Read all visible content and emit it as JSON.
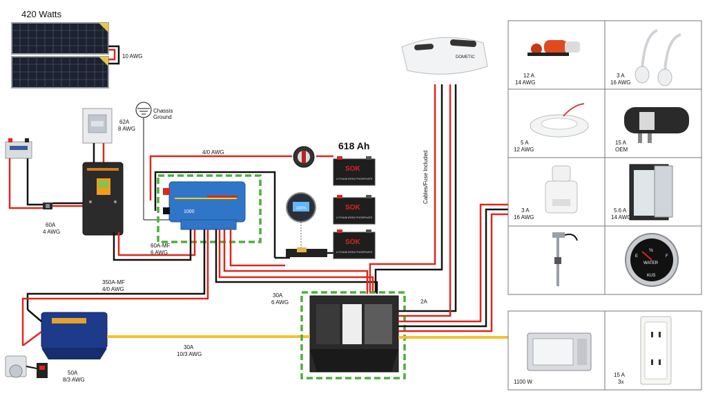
{
  "solar": {
    "title": "420 Watts",
    "link_wire": "10 AWG"
  },
  "combiner": {
    "line1": "62A",
    "line2": "8 AWG"
  },
  "ground": {
    "line1": "Chassis",
    "line2": "Ground"
  },
  "battery_bank": {
    "title": "618 Ah",
    "feed_wire": "4/0 AWG",
    "battery_brand": "SOK",
    "battery_subtitle": "LITHIUM IRON PHOSPHATE"
  },
  "charge_controller_fuse": {
    "line1": "60A",
    "line2": "4 AWG"
  },
  "inverter_charger": {
    "model": "1000",
    "bus_fuse": "60A-MF",
    "bus_wire": "6 AWG"
  },
  "inverter": {
    "fuse": "350A-MF",
    "wire": "4/0 AWG"
  },
  "shore_power": {
    "line1": "50A",
    "line2": "8/3 AWG"
  },
  "ac_feed": {
    "line1": "30A",
    "line2": "10/3 AWG"
  },
  "panel_feed": {
    "line1": "30A",
    "line2": "6 AWG"
  },
  "roof_ac": {
    "cable_note": "Cables/Fuse Included",
    "branch": "2A",
    "brand": "DOMETIC"
  },
  "dc_loads": [
    {
      "name": "water-pump",
      "line1": "12 A",
      "line2": "14 AWG"
    },
    {
      "name": "reading-lights",
      "line1": "3 A",
      "line2": "16 AWG"
    },
    {
      "name": "puck-light",
      "line1": "5 A",
      "line2": "12 AWG"
    },
    {
      "name": "diesel-heater",
      "line1": "15 A",
      "line2": "OEM"
    },
    {
      "name": "composting-toilet",
      "line1": "3 A",
      "line2": "16 AWG"
    },
    {
      "name": "fridge",
      "line1": "5.6 A",
      "line2": "14 AWG"
    }
  ],
  "water_gauge": {
    "left": "E",
    "mid": "½",
    "right": "F",
    "label": "WATER",
    "brand": "KUS"
  },
  "ac_loads": [
    {
      "name": "microwave",
      "line1": "1100 W"
    },
    {
      "name": "outlet",
      "line1": "15 A",
      "line2": "3x"
    }
  ],
  "colors": {
    "positive": "#e0251b",
    "negative": "#111111",
    "ac_cable": "#f5c12e",
    "dashed_box": "#4caf3a",
    "device_blue": "#2f76c9"
  }
}
